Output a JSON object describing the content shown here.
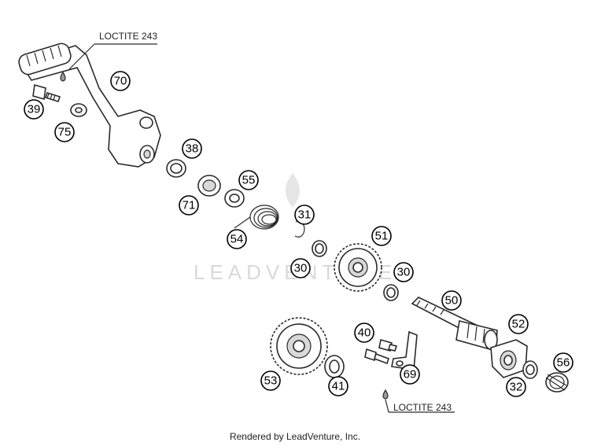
{
  "notes": {
    "loctite_top": "LOCTITE 243",
    "loctite_bottom": "LOCTITE 243"
  },
  "watermark": "LEADVENTURE",
  "callouts": {
    "c70": "70",
    "c39": "39",
    "c75": "75",
    "c38": "38",
    "c71": "71",
    "c55": "55",
    "c31": "31",
    "c54": "54",
    "c30a": "30",
    "c51": "51",
    "c30b": "30",
    "c50": "50",
    "c40": "40",
    "c52": "52",
    "c53": "53",
    "c41": "41",
    "c69": "69",
    "c32": "32",
    "c56": "56"
  },
  "footer": "Rendered by LeadVenture, Inc."
}
